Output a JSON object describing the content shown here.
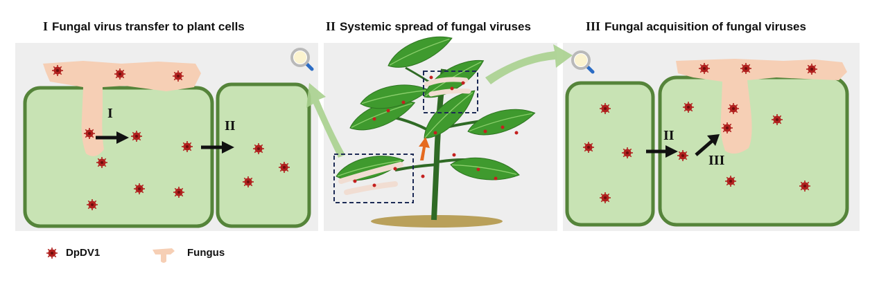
{
  "panels": [
    {
      "numeral": "I",
      "title": "Fungal virus transfer to plant cells"
    },
    {
      "numeral": "II",
      "title": "Systemic spread of fungal viruses"
    },
    {
      "numeral": "III",
      "title": "Fungal acquisition of fungal viruses"
    }
  ],
  "labels": {
    "p1_step1": "I",
    "p1_step2": "II",
    "p3_step2": "II",
    "p3_step3": "III"
  },
  "legend": {
    "virus": "DpDV1",
    "fungus": "Fungus"
  },
  "colors": {
    "cell_fill": "#c8e3b4",
    "cell_wall": "#55843a",
    "fungus": "#f6cfb5",
    "virus": "#b0201e",
    "panel_bg": "#eeeeee"
  },
  "icons": [
    "magnifier-icon",
    "magnifier-icon"
  ]
}
